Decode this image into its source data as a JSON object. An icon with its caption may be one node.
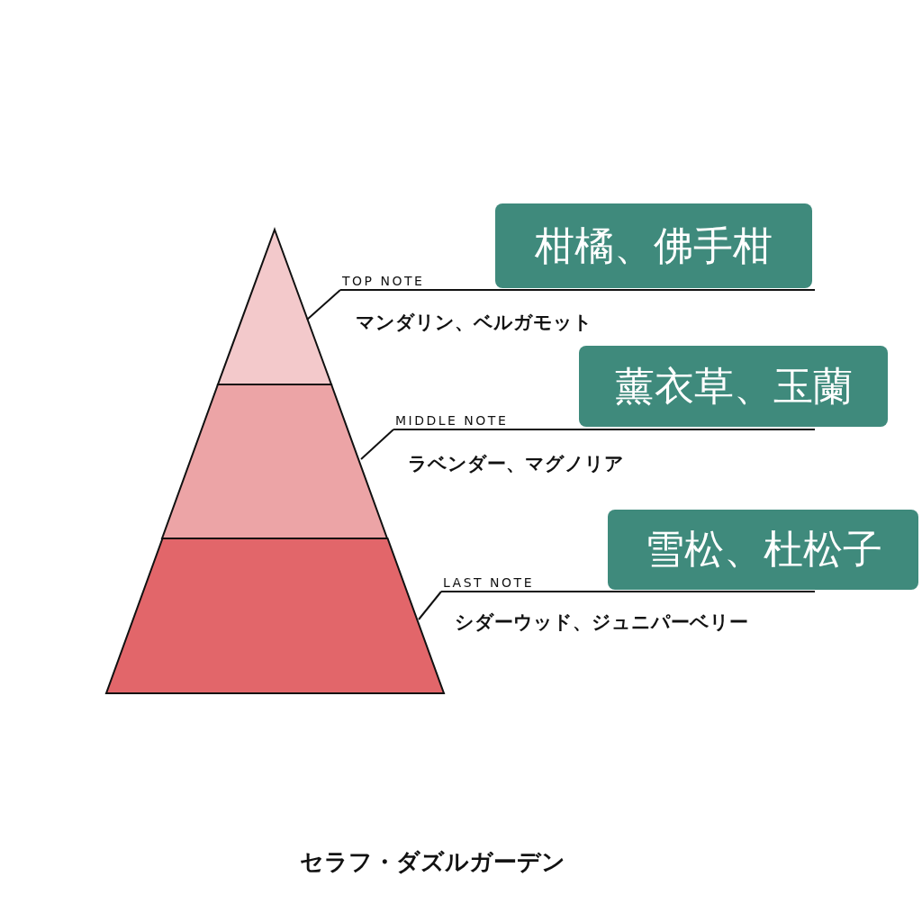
{
  "diagram": {
    "title": "セラフ・ダズルガーデン",
    "nodes": [
      {
        "text": [],
        "shape": "triangle"
      },
      {
        "text": [],
        "shape": "band"
      },
      {
        "text": [],
        "shape": "band"
      },
      {
        "text": [
          "TOP NOTE",
          "マンダリン、ベルガモット"
        ]
      },
      {
        "text": [
          "MIDDLE NOTE",
          "ラベンダー、マグノリア"
        ]
      },
      {
        "text": [
          "LAST NOTE",
          "シダーウッド、ジュニパーベリー"
        ]
      },
      {
        "text": [
          "柑橘、佛手柑"
        ]
      },
      {
        "text": [
          "薰衣草、玉蘭"
        ]
      },
      {
        "text": [
          "雪松、杜松子"
        ]
      }
    ],
    "edges": [
      {
        "from": 0,
        "to": 3,
        "arrow": "none"
      },
      {
        "from": 1,
        "to": 4,
        "arrow": "none"
      },
      {
        "from": 2,
        "to": 5,
        "arrow": "none"
      }
    ]
  }
}
